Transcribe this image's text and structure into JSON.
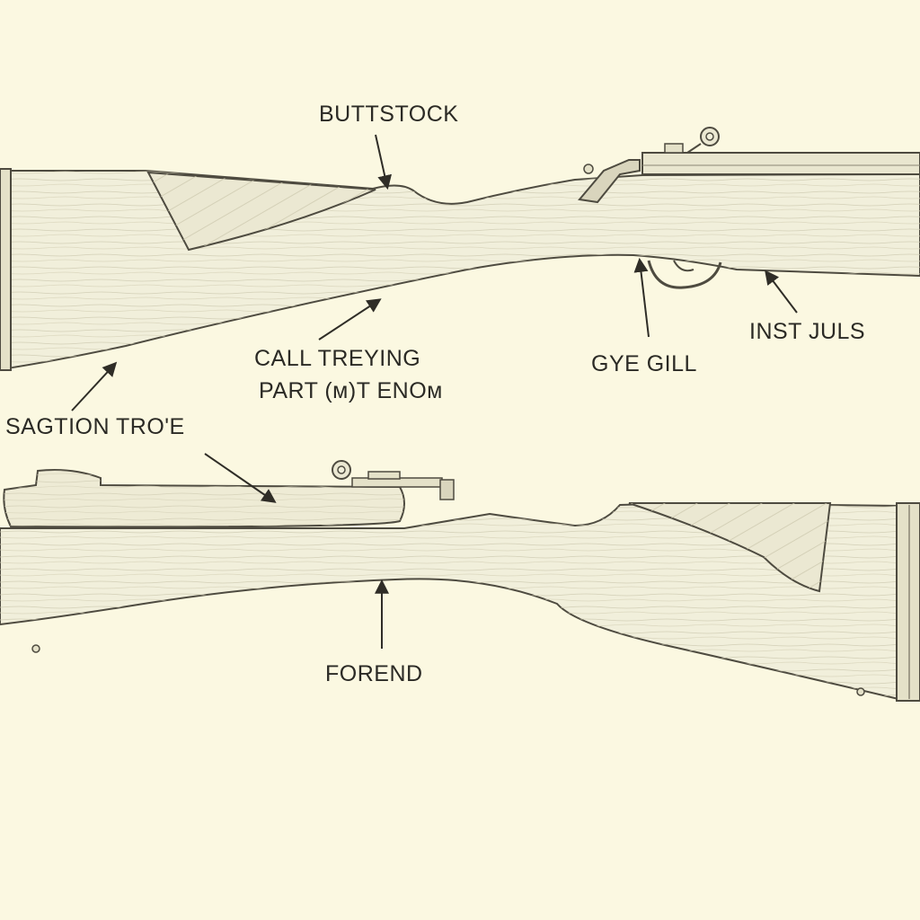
{
  "colors": {
    "background": "#fbf8e1",
    "wood": "#f1efdb",
    "wood_shade": "#e4e1c8",
    "ink": "#4e4b40",
    "label_text": "#2b2a25"
  },
  "labels": {
    "buttstock": "BUTTSTOCK",
    "call_treying_line1": "CALL TREYING",
    "call_treying_line2": "PART  (м)T ENOм",
    "sagtion_troe": "SAGTION TRO'E",
    "gye_gill": "GYE GILL",
    "inst_juls": "INST JULS",
    "forend": "FOREND"
  }
}
